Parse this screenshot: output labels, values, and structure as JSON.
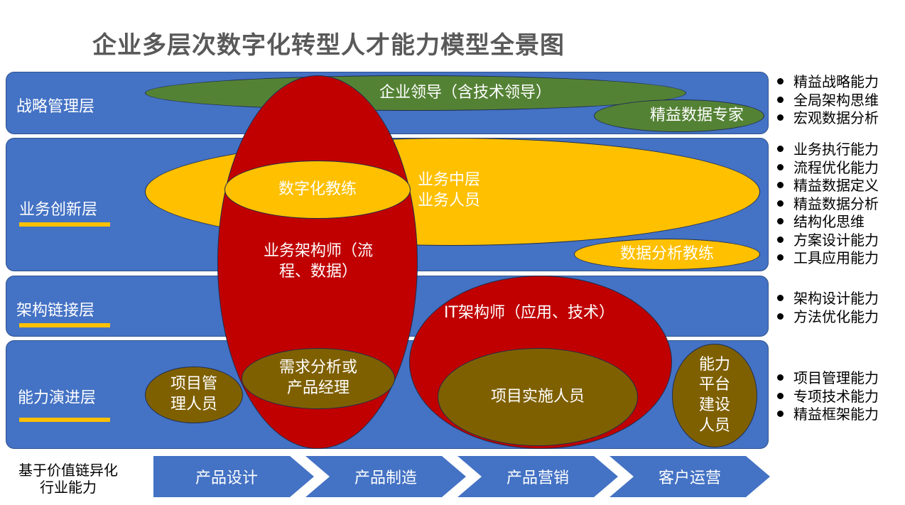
{
  "title": "企业多层次数字化转型人才能力模型全景图",
  "layers": [
    {
      "label": "战略管理层"
    },
    {
      "label": "业务创新层"
    },
    {
      "label": "架构链接层"
    },
    {
      "label": "能力演进层"
    }
  ],
  "roles": {
    "enterprise_leader": "企业领导（含技术领导）",
    "data_expert": "精益数据专家",
    "business_staff_line1": "业务中层",
    "business_staff_line2": "业务人员",
    "digital_coach": "数字化教练",
    "data_analysis_coach": "数据分析教练",
    "business_architect_line1": "业务架构师（流",
    "business_architect_line2": "程、数据）",
    "it_architect": "IT架构师（应用、技术）",
    "requirements_line1": "需求分析或",
    "requirements_line2": "产品经理",
    "pm_staff_line1": "项目管",
    "pm_staff_line2": "理人员",
    "implementation_staff": "项目实施人员",
    "platform_line1": "能力",
    "platform_line2": "平台",
    "platform_line3": "建设",
    "platform_line4": "人员"
  },
  "skills": {
    "strategy": [
      "精益战略能力",
      "全局架构思维",
      "宏观数据分析"
    ],
    "innovation": [
      "业务执行能力",
      "流程优化能力",
      "精益数据定义",
      "精益数据分析",
      "结构化思维",
      "方案设计能力",
      "工具应用能力"
    ],
    "architecture": [
      "架构设计能力",
      "方法优化能力"
    ],
    "evolution": [
      "项目管理能力",
      "专项技术能力",
      "精益框架能力"
    ]
  },
  "value_chain": {
    "label_line1": "基于价值链异化",
    "label_line2": "行业能力",
    "stages": [
      "产品设计",
      "产品制造",
      "产品营销",
      "客户运营"
    ]
  },
  "colors": {
    "layer_blue": "#4472c4",
    "leader_green": "#548235",
    "business_yellow": "#ffc000",
    "architect_red": "#c00000",
    "staff_olive": "#7f6000"
  }
}
